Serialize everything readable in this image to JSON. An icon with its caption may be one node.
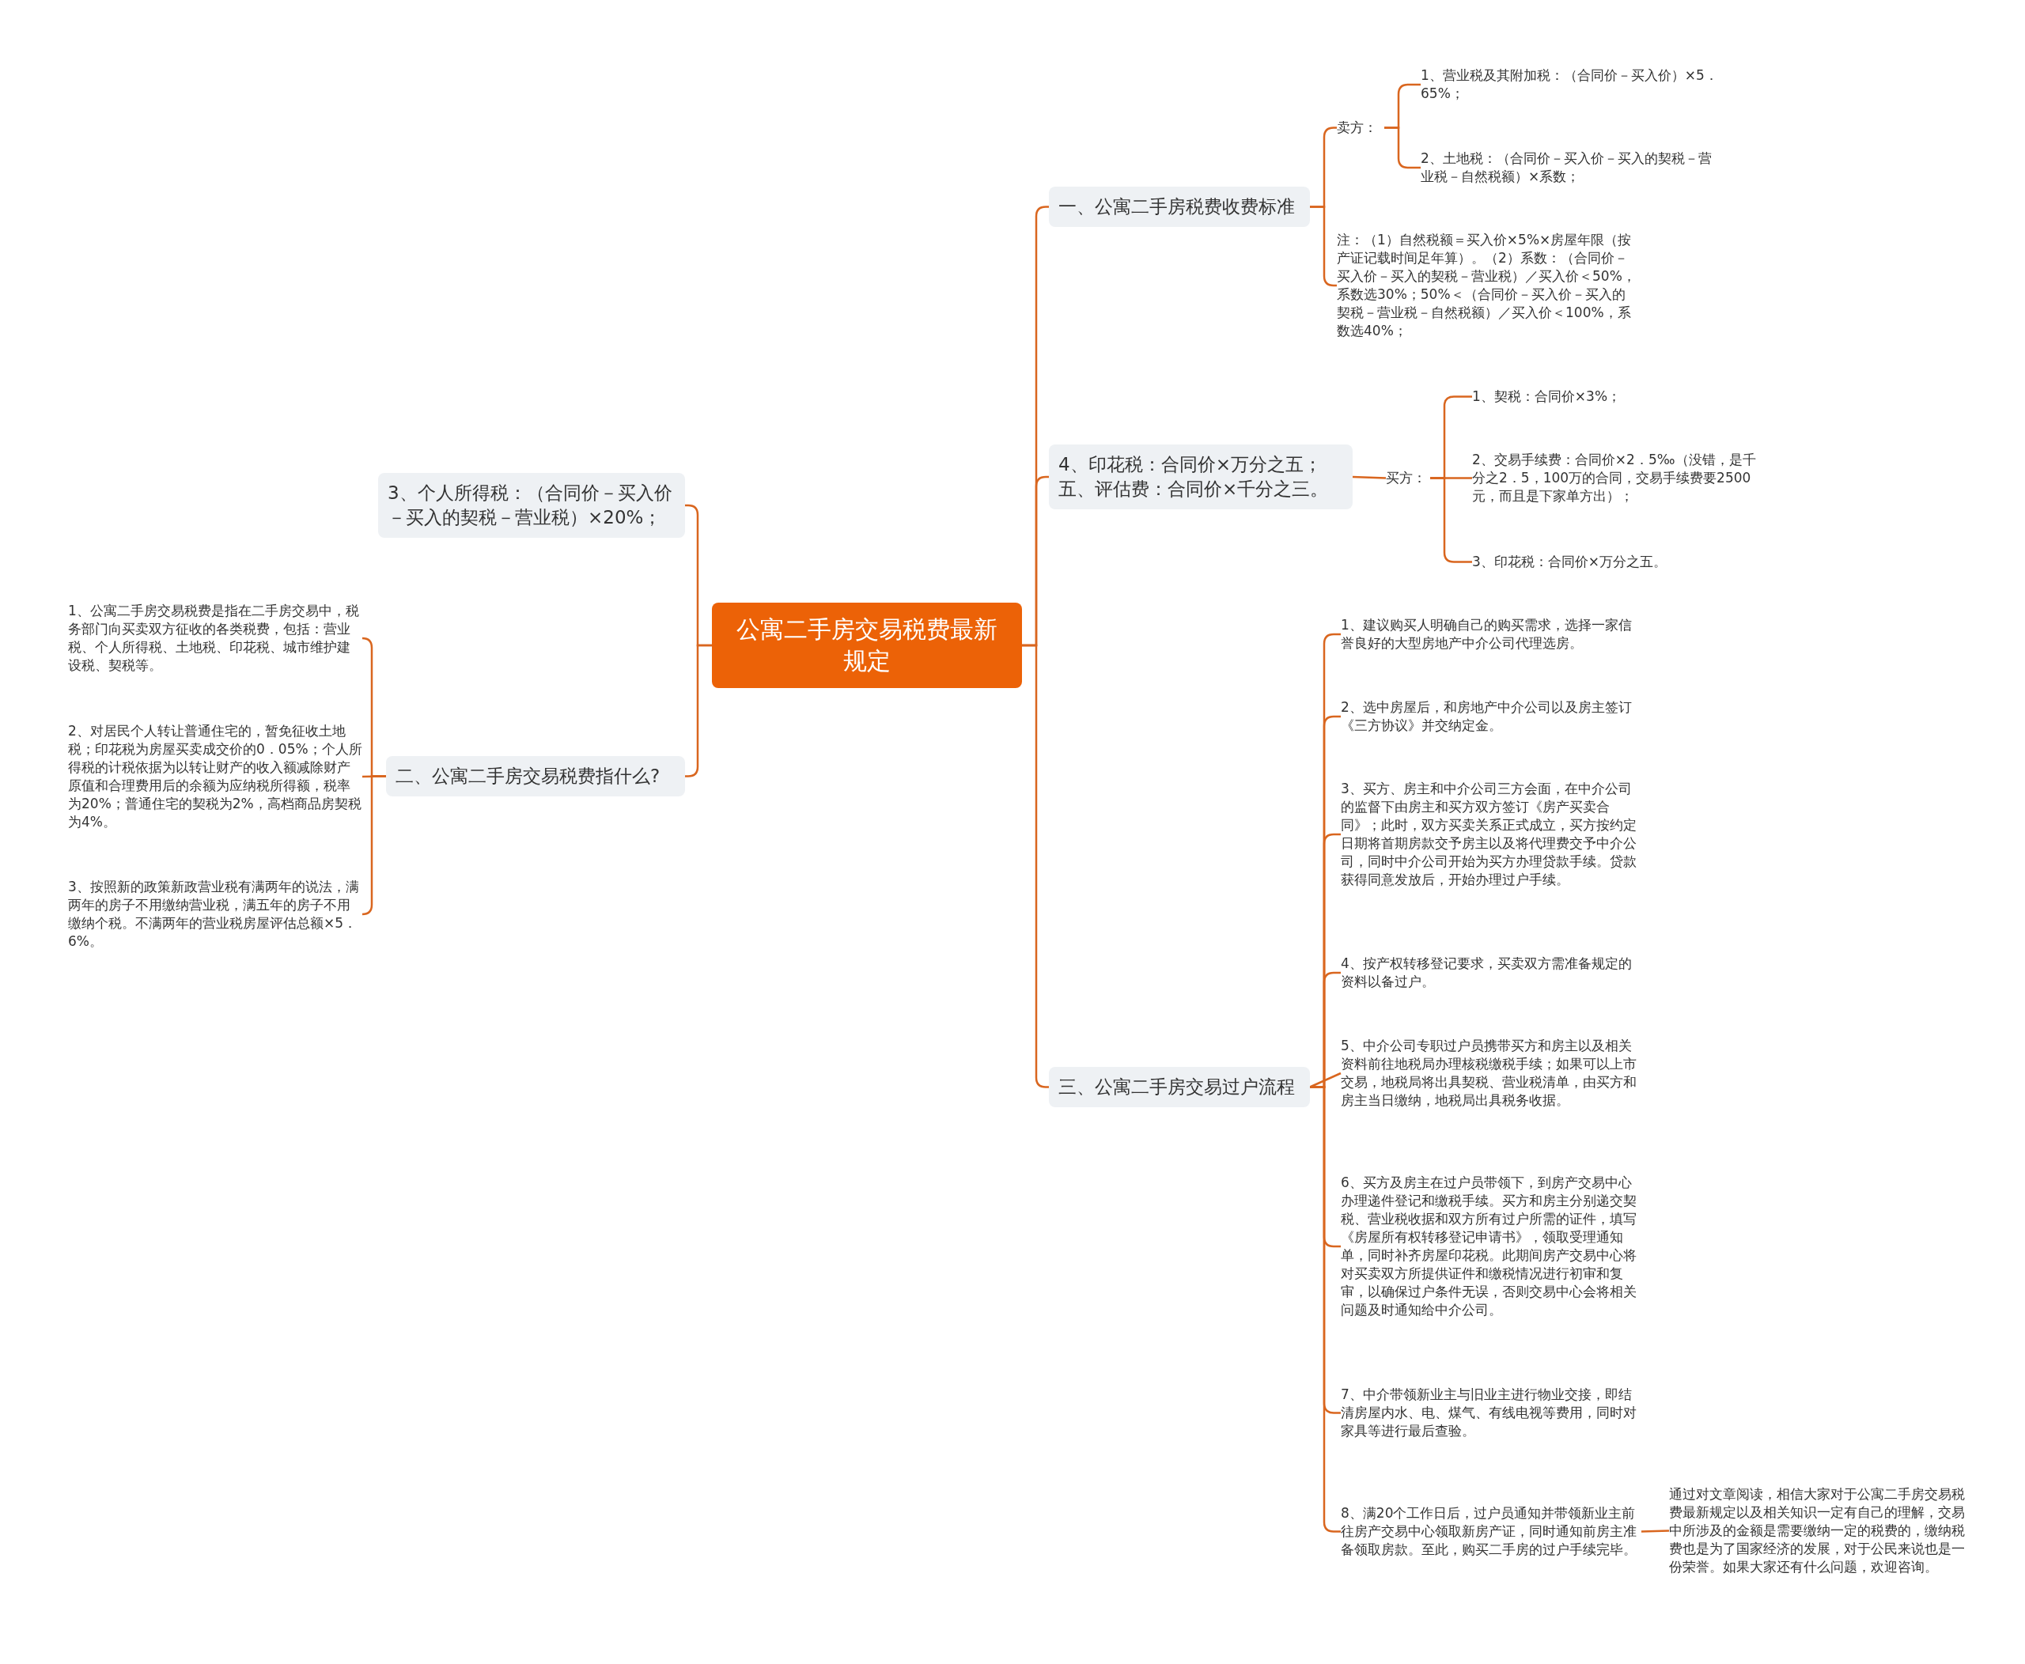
{
  "diagram": {
    "nodes": [
      {
        "text": [
          "公寓二手房交易税费最新规定"
        ]
      },
      {
        "text": [
          "一、公寓二手房税费收费标准"
        ]
      },
      {
        "text": [
          "卖方："
        ]
      },
      {
        "text": [
          "1、营业税及其附加税：（合同价－买入价）×5．65%；"
        ]
      },
      {
        "text": [
          "2、土地税：（合同价－买入价－买入的契税－营业税－自然税额）×系数；"
        ]
      },
      {
        "text": [
          "注：（1）自然税额＝买入价×5%×房屋年限（按产证记载时间足年算）。（2）系数：（合同价－买入价－买入的契税－营业税）／买入价＜50%，系数选30%；50%＜（合同价－买入价－买入的契税－营业税－自然税额）／买入价＜100%，系数选40%；"
        ]
      },
      {
        "text": [
          "4、印花税：合同价×万分之五；五、评估费：合同价×千分之三。"
        ]
      },
      {
        "text": [
          "买方："
        ]
      },
      {
        "text": [
          "1、契税：合同价×3%；"
        ]
      },
      {
        "text": [
          "2、交易手续费：合同价×2．5‰（没错，是千分之2．5，100万的合同，交易手续费要2500元，而且是下家单方出）；"
        ]
      },
      {
        "text": [
          "3、印花税：合同价×万分之五。"
        ]
      },
      {
        "text": [
          "三、公寓二手房交易过户流程"
        ]
      },
      {
        "text": [
          "1、建议购买人明确自己的购买需求，选择一家信誉良好的大型房地产中介公司代理选房。"
        ]
      },
      {
        "text": [
          "2、选中房屋后，和房地产中介公司以及房主签订《三方协议》并交纳定金。"
        ]
      },
      {
        "text": [
          "3、买方、房主和中介公司三方会面，在中介公司的监督下由房主和买方双方签订《房产买卖合同》；此时，双方买卖关系正式成立，买方按约定日期将首期房款交予房主以及将代理费交予中介公司，同时中介公司开始为买方办理贷款手续。贷款获得同意发放后，开始办理过户手续。"
        ]
      },
      {
        "text": [
          "4、按产权转移登记要求，买卖双方需准备规定的资料以备过户。"
        ]
      },
      {
        "text": [
          "5、中介公司专职过户员携带买方和房主以及相关资料前往地税局办理核税缴税手续；如果可以上市交易，地税局将出具契税、营业税清单，由买方和房主当日缴纳，地税局出具税务收据。"
        ]
      },
      {
        "text": [
          "6、买方及房主在过户员带领下，到房产交易中心办理递件登记和缴税手续。买方和房主分别递交契税、营业税收据和双方所有过户所需的证件，填写《房屋所有权转移登记申请书》，领取受理通知单，同时补齐房屋印花税。此期间房产交易中心将对买卖双方所提供证件和缴税情况进行初审和复审，以确保过户条件无误，否则交易中心会将相关问题及时通知给中介公司。"
        ]
      },
      {
        "text": [
          "7、中介带领新业主与旧业主进行物业交接，即结清房屋内水、电、煤气、有线电视等费用，同时对家具等进行最后查验。"
        ]
      },
      {
        "text": [
          "8、满20个工作日后，过户员通知并带领新业主前往房产交易中心领取新房产证，同时通知前房主准备领取房款。至此，购买二手房的过户手续完毕。"
        ]
      },
      {
        "text": [
          "通过对文章阅读，相信大家对于公寓二手房交易税费最新规定以及相关知识一定有自己的理解，交易中所涉及的金额是需要缴纳一定的税费的，缴纳税费也是为了国家经济的发展，对于公民来说也是一份荣誉。如果大家还有什么问题，欢迎咨询。"
        ]
      },
      {
        "text": [
          "3、个人所得税：（合同价－买入价－买入的契税－营业税）×20%；"
        ]
      },
      {
        "text": [
          "二、公寓二手房交易税费指什么?"
        ]
      },
      {
        "text": [
          "1、公寓二手房交易税费是指在二手房交易中，税务部门向买卖双方征收的各类税费，包括：营业税、个人所得税、土地税、印花税、城市维护建设税、契税等。"
        ]
      },
      {
        "text": [
          "2、对居民个人转让普通住宅的，暂免征收土地税；印花税为房屋买卖成交价的0．05%；个人所得税的计税依据为以转让财产的收入额减除财产原值和合理费用后的余额为应纳税所得额，税率为20%；普通住宅的契税为2%，高档商品房契税为4%。"
        ]
      },
      {
        "text": [
          "3、按照新的政策新政营业税有满两年的说法，满两年的房子不用缴纳营业税，满五年的房子不用缴纳个税。不满两年的营业税房屋评估总额×5．6%。"
        ]
      }
    ],
    "edges": [
      {
        "from": 0,
        "to": 1,
        "arrow": "none"
      },
      {
        "from": 1,
        "to": 2,
        "arrow": "none"
      },
      {
        "from": 2,
        "to": 3,
        "arrow": "none"
      },
      {
        "from": 2,
        "to": 4,
        "arrow": "none"
      },
      {
        "from": 1,
        "to": 5,
        "arrow": "none"
      },
      {
        "from": 0,
        "to": 6,
        "arrow": "none"
      },
      {
        "from": 6,
        "to": 7,
        "arrow": "none"
      },
      {
        "from": 7,
        "to": 8,
        "arrow": "none"
      },
      {
        "from": 7,
        "to": 9,
        "arrow": "none"
      },
      {
        "from": 7,
        "to": 10,
        "arrow": "none"
      },
      {
        "from": 0,
        "to": 11,
        "arrow": "none"
      },
      {
        "from": 11,
        "to": 12,
        "arrow": "none"
      },
      {
        "from": 11,
        "to": 13,
        "arrow": "none"
      },
      {
        "from": 11,
        "to": 14,
        "arrow": "none"
      },
      {
        "from": 11,
        "to": 15,
        "arrow": "none"
      },
      {
        "from": 11,
        "to": 16,
        "arrow": "none"
      },
      {
        "from": 11,
        "to": 17,
        "arrow": "none"
      },
      {
        "from": 11,
        "to": 18,
        "arrow": "none"
      },
      {
        "from": 11,
        "to": 19,
        "arrow": "none"
      },
      {
        "from": 19,
        "to": 20,
        "arrow": "none"
      },
      {
        "from": 0,
        "to": 21,
        "arrow": "none"
      },
      {
        "from": 0,
        "to": 22,
        "arrow": "none"
      },
      {
        "from": 22,
        "to": 23,
        "arrow": "none"
      },
      {
        "from": 22,
        "to": 24,
        "arrow": "none"
      },
      {
        "from": 22,
        "to": 25,
        "arrow": "none"
      }
    ]
  }
}
